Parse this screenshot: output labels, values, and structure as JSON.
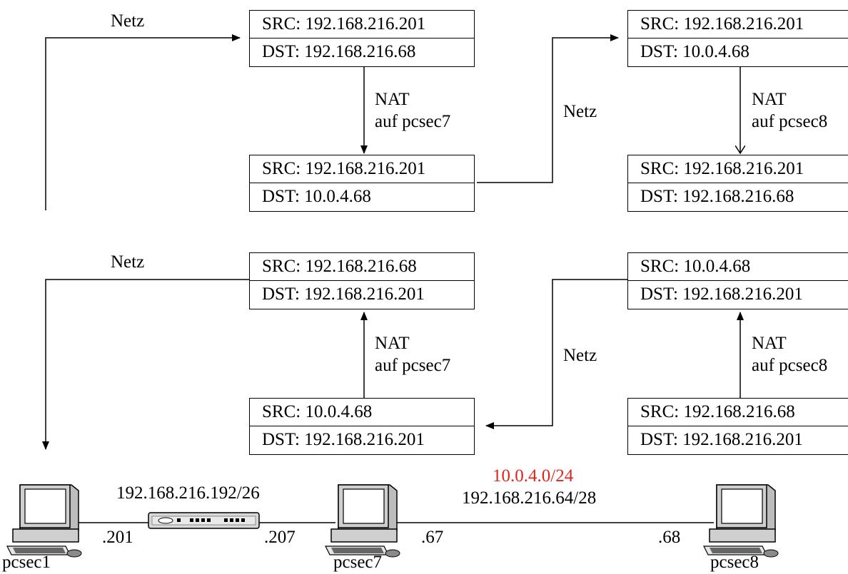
{
  "labels": {
    "net": "Netz",
    "nat": "NAT",
    "nat_on_pcsec7": "auf pcsec7",
    "nat_on_pcsec8": "auf pcsec8"
  },
  "outbound": {
    "box1": {
      "src": "SRC: 192.168.216.201",
      "dst": "DST: 192.168.216.68"
    },
    "box2": {
      "src": "SRC: 192.168.216.201",
      "dst": "DST: 10.0.4.68"
    },
    "box3": {
      "src": "SRC: 192.168.216.201",
      "dst": "DST: 10.0.4.68"
    },
    "box4": {
      "src": "SRC: 192.168.216.201",
      "dst": "DST: 192.168.216.68"
    }
  },
  "inbound": {
    "box1": {
      "src": "SRC: 192.168.216.68",
      "dst": "DST: 192.168.216.201"
    },
    "box2": {
      "src": "SRC: 10.0.4.68",
      "dst": "DST: 192.168.216.201"
    },
    "box3": {
      "src": "SRC: 10.0.4.68",
      "dst": "DST: 192.168.216.201"
    },
    "box4": {
      "src": "SRC: 192.168.216.68",
      "dst": "DST: 192.168.216.201"
    }
  },
  "network": {
    "lan1": "192.168.216.192/26",
    "lan2_nat": "10.0.4.0/24",
    "lan2": "192.168.216.64/28",
    "pcsec1_if": ".201",
    "pcsec7_if_left": ".207",
    "pcsec7_if_right": ".67",
    "pcsec8_if": ".68",
    "hosts": [
      "pcsec1",
      "pcsec7",
      "pcsec8"
    ]
  },
  "colors": {
    "nat_subnet": "#e0261c",
    "line": "#000000"
  },
  "icons": [
    "computer-icon",
    "network-hub-icon"
  ]
}
